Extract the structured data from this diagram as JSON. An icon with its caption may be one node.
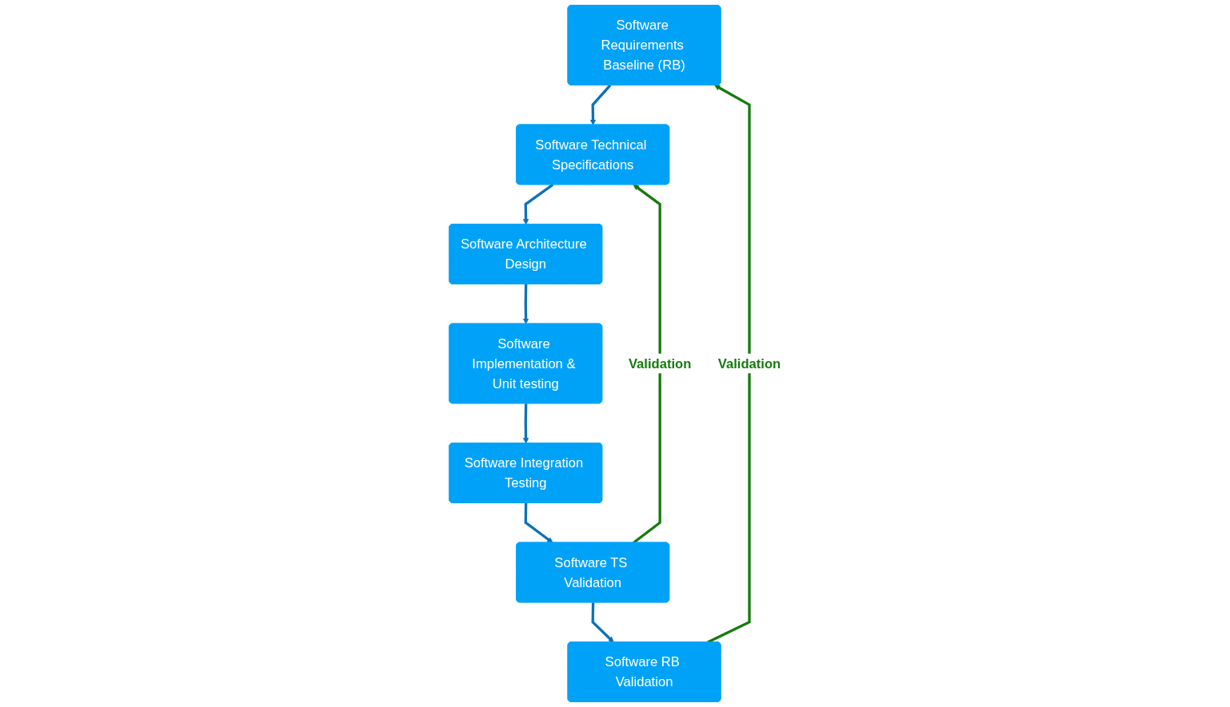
{
  "diagram": {
    "nodes": [
      {
        "text": [
          "Software Requirements Baseline (RB)"
        ]
      },
      {
        "text": [
          "Software Technical Specifications"
        ]
      },
      {
        "text": [
          "Software Architecture Design"
        ]
      },
      {
        "text": [
          "Software Implementation & Unit testing"
        ]
      },
      {
        "text": [
          "Software Integration Testing"
        ]
      },
      {
        "text": [
          "Software TS Validation"
        ]
      },
      {
        "text": [
          "Software RB Validation"
        ]
      }
    ],
    "edges": [
      {
        "from": 0,
        "to": 1,
        "arrow": "to"
      },
      {
        "from": 1,
        "to": 2,
        "arrow": "to"
      },
      {
        "from": 2,
        "to": 3,
        "arrow": "to"
      },
      {
        "from": 3,
        "to": 4,
        "arrow": "to"
      },
      {
        "from": 4,
        "to": 5,
        "arrow": "to"
      },
      {
        "from": 5,
        "to": 6,
        "arrow": "to"
      },
      {
        "from": 6,
        "to": 0,
        "arrow": "to",
        "label": "Validation",
        "color": "#157a0c"
      },
      {
        "from": 5,
        "to": 1,
        "arrow": "to",
        "label": "Validation",
        "color": "#157a0c"
      }
    ]
  }
}
